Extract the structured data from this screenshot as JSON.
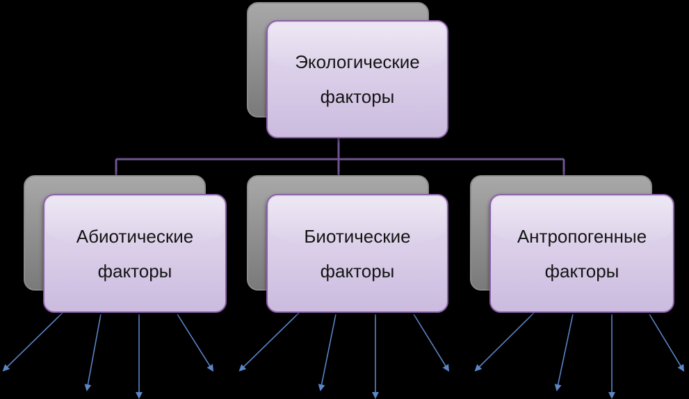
{
  "diagram": {
    "root": {
      "line1": "Экологические",
      "line2": "факторы"
    },
    "children": [
      {
        "line1": "Абиотические",
        "line2": "факторы"
      },
      {
        "line1": "Биотические",
        "line2": "факторы"
      },
      {
        "line1": "Антропогенные",
        "line2": "факторы"
      }
    ],
    "colors": {
      "background": "#000000",
      "card_fill": "#d9cde8",
      "card_border": "#8a5fa8",
      "shadow_card": "#9a9a9a",
      "connector": "#6e5590",
      "arrow": "#5b86c8"
    }
  }
}
